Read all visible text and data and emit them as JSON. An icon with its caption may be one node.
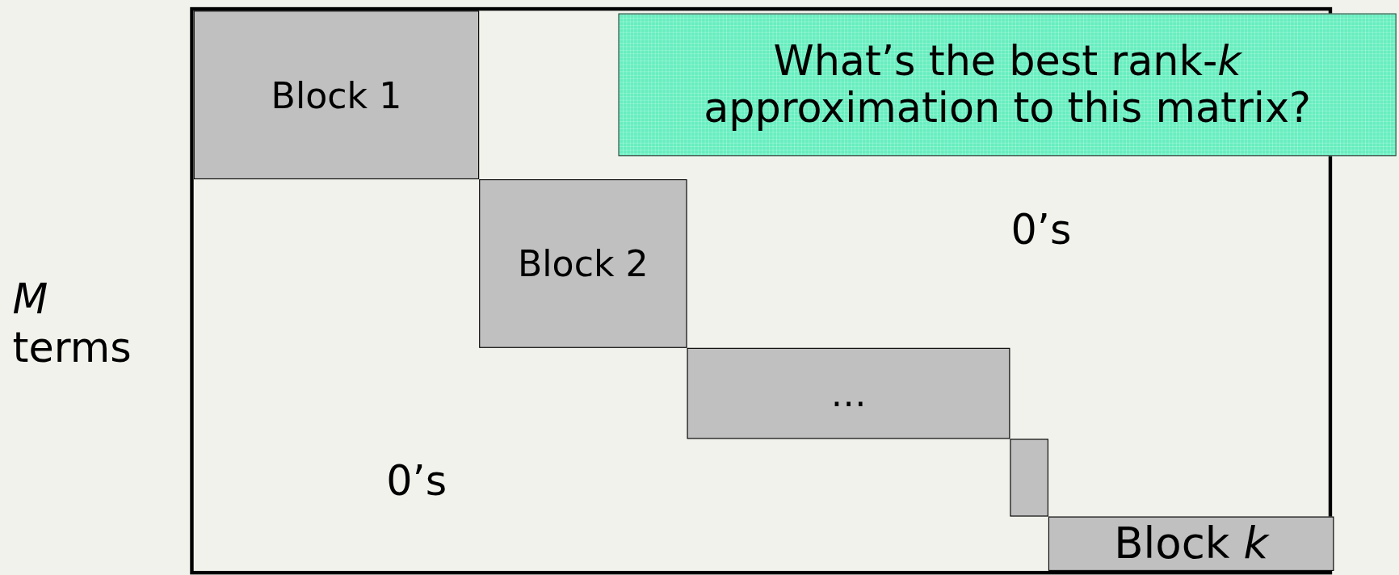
{
  "diagram": {
    "nodes": [
      {
        "text": [],
        "shape": "box"
      },
      {
        "text": [
          "Block 1"
        ],
        "in": 0
      },
      {
        "text": [
          "Block 2"
        ],
        "in": 0
      },
      {
        "text": [
          "…"
        ],
        "in": 0
      },
      {
        "text": [],
        "shape": "box",
        "in": 0
      },
      {
        "text": [
          "Block *k*"
        ],
        "in": 0
      },
      {
        "text": [
          "What’s the best rank-*k* approximation to this matrix?"
        ]
      }
    ],
    "edges": [],
    "labels": [
      "*M* terms",
      "0’s",
      "0’s"
    ]
  }
}
